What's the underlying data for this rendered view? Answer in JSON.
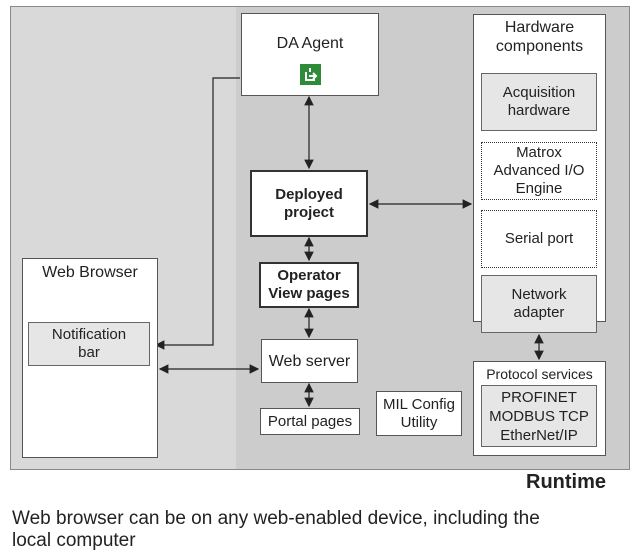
{
  "diagram": {
    "da_agent": "DA Agent",
    "deployed_project": "Deployed\nproject",
    "operator_view": "Operator\nView pages",
    "web_server": "Web server",
    "portal_pages": "Portal pages",
    "mil_config": "MIL Config\nUtility",
    "web_browser": "Web Browser",
    "notification_bar": "Notification\nbar",
    "hardware_components": "Hardware\ncomponents",
    "acquisition_hardware": "Acquisition\nhardware",
    "matrox_io": "Matrox\nAdvanced I/O\nEngine",
    "serial_port": "Serial port",
    "network_adapter": "Network\nadapter",
    "protocol_services": "Protocol services",
    "protocols": "PROFINET\nMODBUS TCP\nEtherNet/IP",
    "runtime_label": "Runtime"
  },
  "caption": "Web browser can be on any web-enabled device, including the\nlocal computer",
  "icons": {
    "da_agent_icon": "green-export-icon"
  },
  "colors": {
    "outer_bg": "#d9d9d9",
    "runtime_bg": "#cccccc",
    "icon_green": "#2e8b3a"
  }
}
